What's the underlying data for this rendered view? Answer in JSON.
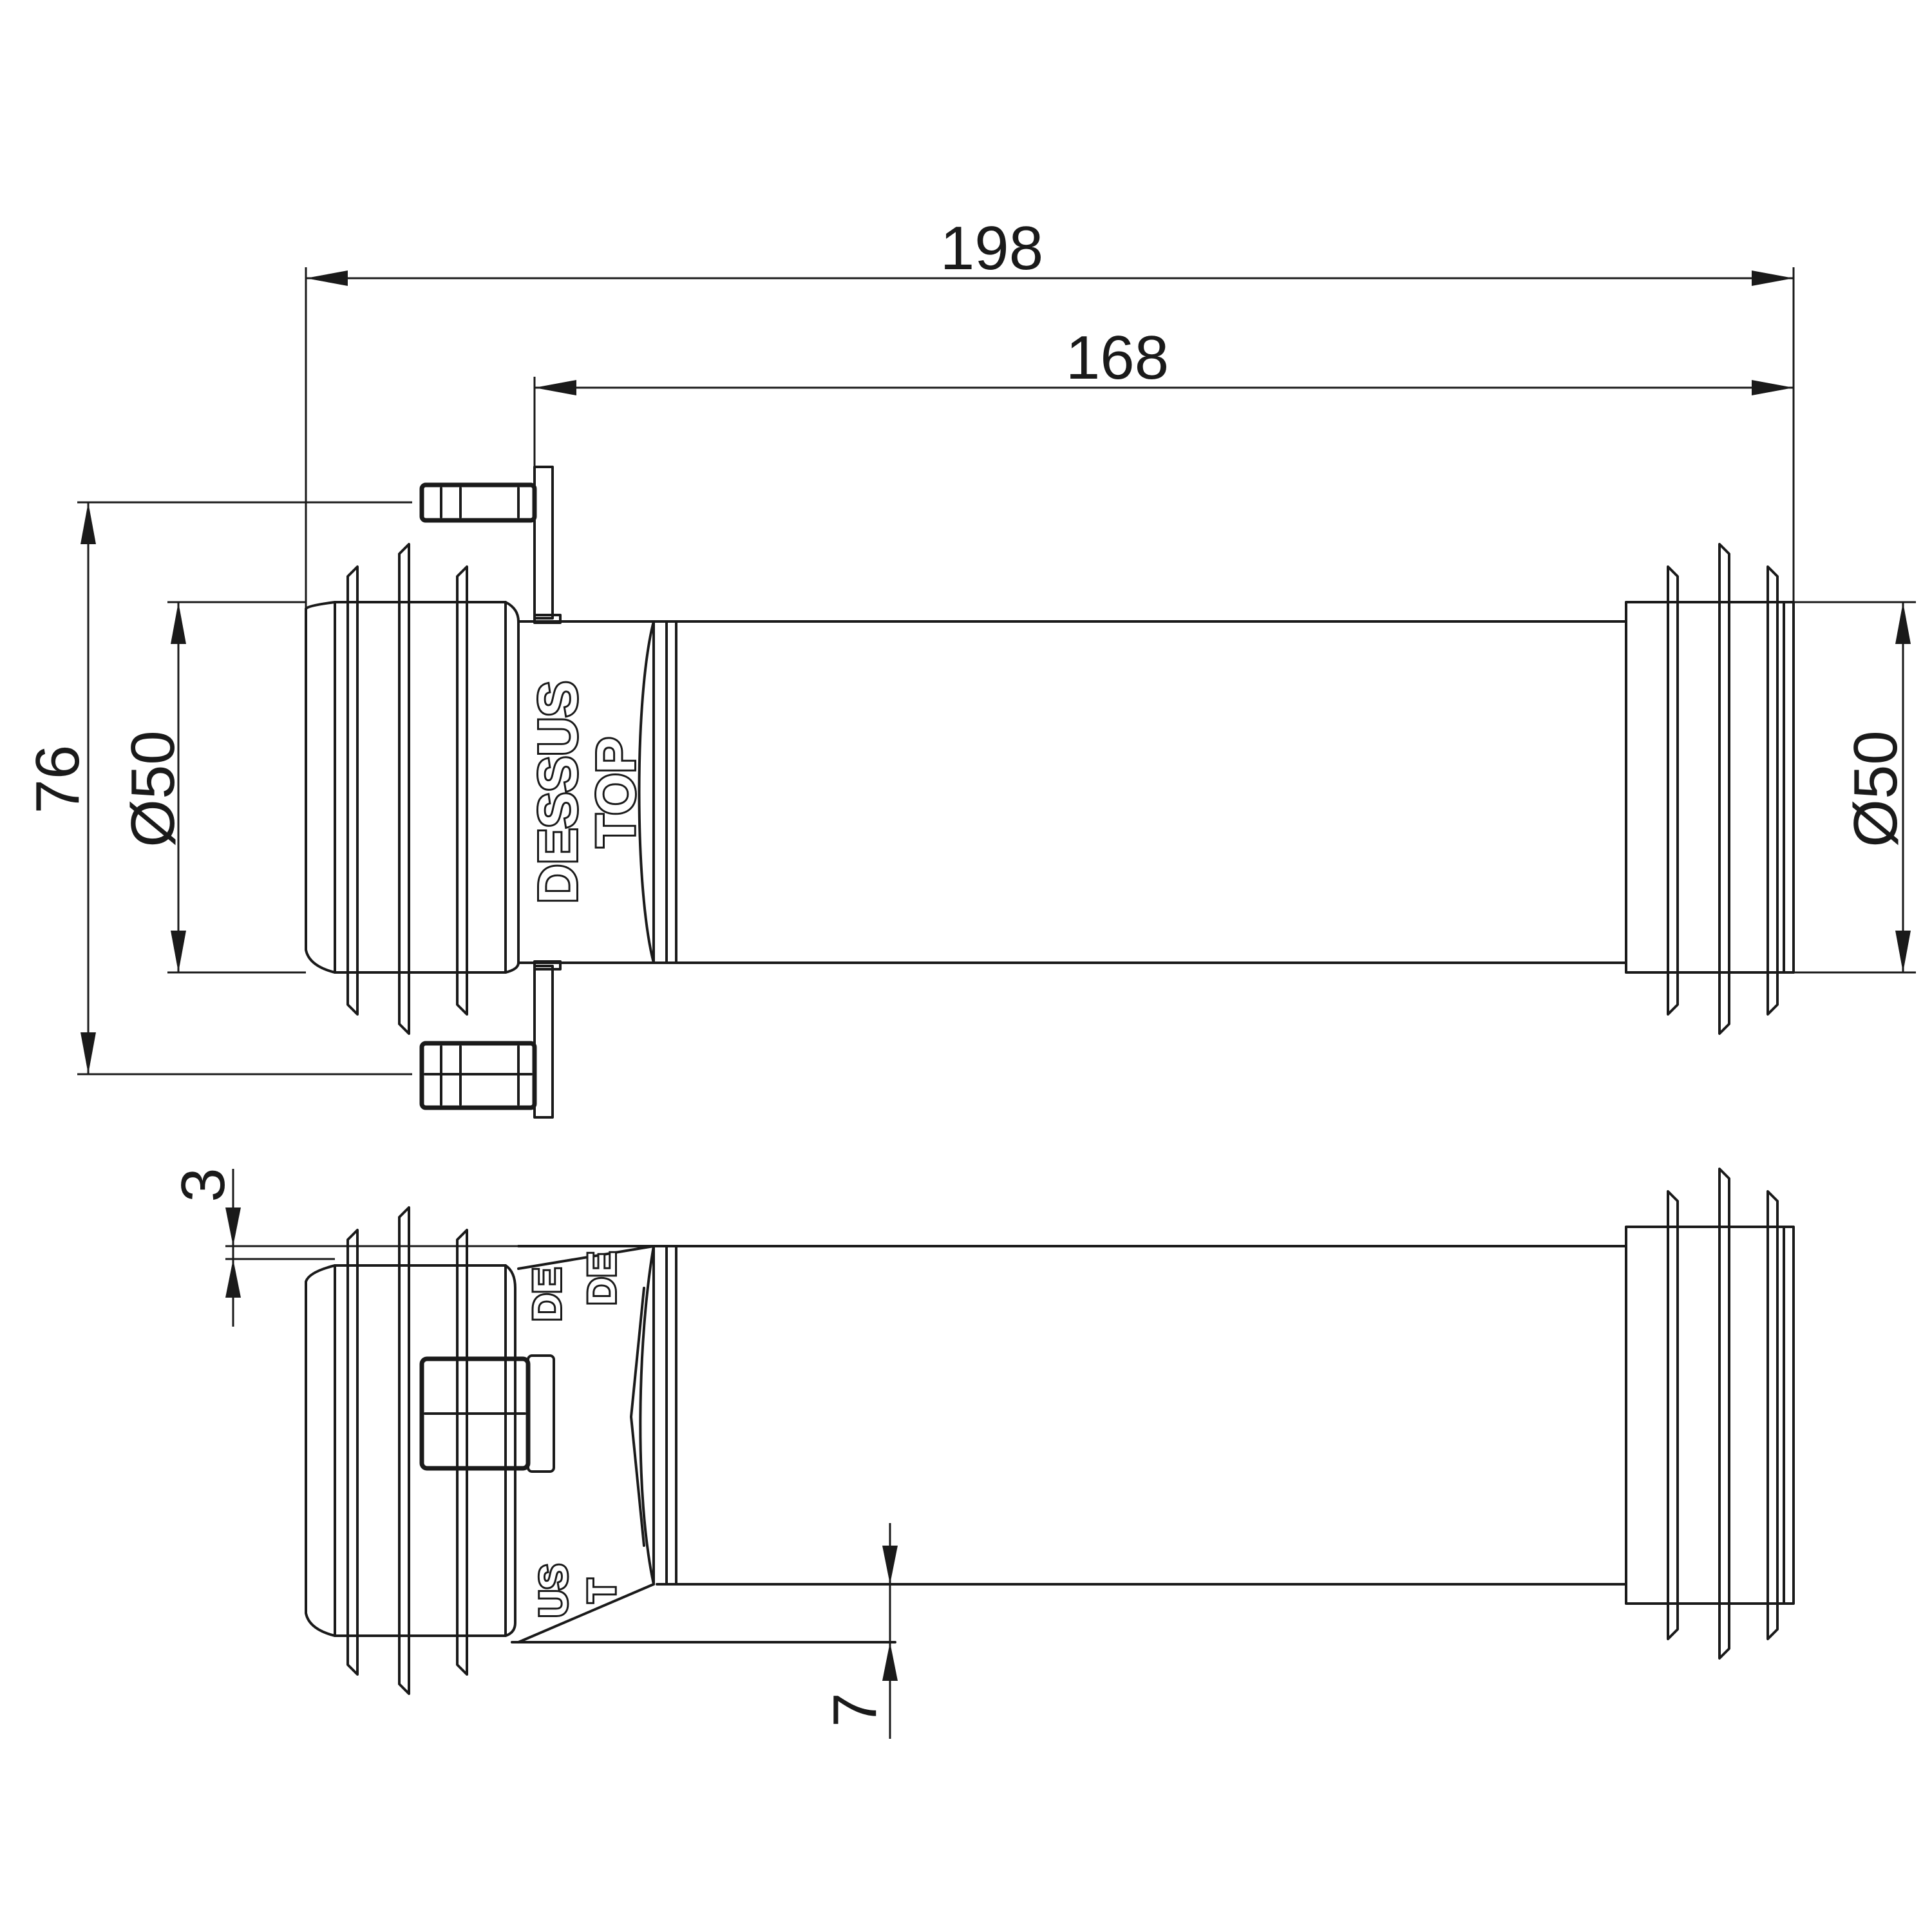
{
  "dimensions": {
    "overall_length": "198",
    "body_length": "168",
    "overall_height": "76",
    "left_diameter": "Ø50",
    "right_diameter": "Ø50",
    "wall_offset": "3",
    "bottom_offset": "7"
  },
  "markings": {
    "line1": "DESSUS",
    "line2": "TOP",
    "partial_top_a": "DE",
    "partial_top_b": "DE",
    "partial_bottom_a": "US",
    "partial_bottom_b": "T"
  }
}
